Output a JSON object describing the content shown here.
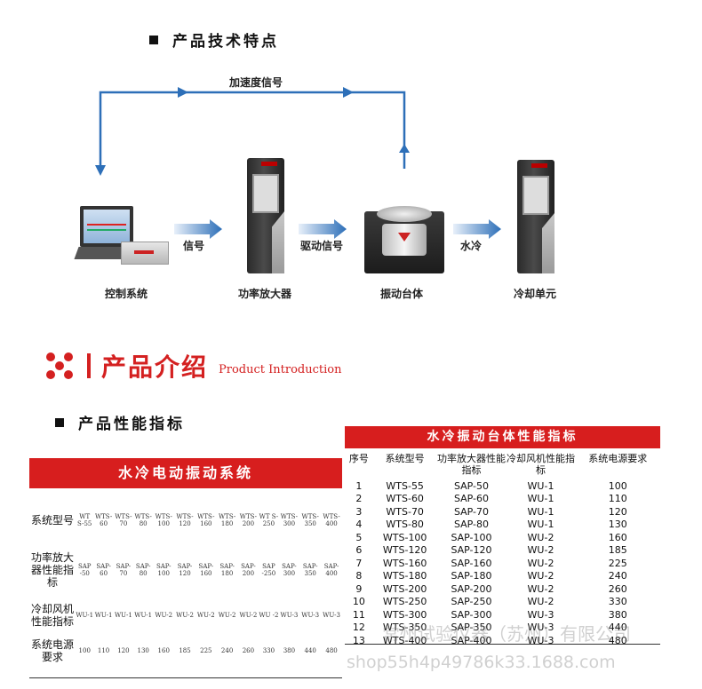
{
  "features_heading": "产品技术特点",
  "diagram": {
    "feedback_label": "加速度信号",
    "arrow_labels": [
      "信号",
      "驱动信号",
      "水冷"
    ],
    "nodes": [
      "控制系统",
      "功率放大器",
      "振动台体",
      "冷却单元"
    ]
  },
  "intro": {
    "title": "产品介绍",
    "subtitle_en": "Product Introduction"
  },
  "spec_heading": "产品性能指标",
  "left_table": {
    "title": "水冷电动振动系统",
    "rows": [
      {
        "header": "系统型号",
        "cells": [
          "WT S-55",
          "WTS-60",
          "WTS-70",
          "WTS-80",
          "WTS-100",
          "WTS-120",
          "WTS-160",
          "WTS-180",
          "WTS-200",
          "WT S-250",
          "WTS-300",
          "WTS-350",
          "WTS-400"
        ]
      },
      {
        "header": "功率放大器性能指标",
        "cells": [
          "SAP -50",
          "SAP-60",
          "SAP-70",
          "SAP-80",
          "SAP-100",
          "SAP-120",
          "SAP-160",
          "SAP-180",
          "SAP-200",
          "SAP -250",
          "SAP-300",
          "SAP-350",
          "SAP-400"
        ]
      },
      {
        "header": "冷却风机性能指标",
        "cells": [
          "WU-1",
          "WU-1",
          "WU-1",
          "WU-1",
          "WU-2",
          "WU-2",
          "WU-2",
          "WU-2",
          "WU-2",
          "WU -2",
          "WU-3",
          "WU-3",
          "WU-3"
        ]
      },
      {
        "header": "系统电源要求",
        "cells": [
          "100",
          "110",
          "120",
          "130",
          "160",
          "185",
          "225",
          "240",
          "260",
          "330",
          "380",
          "440",
          "480"
        ]
      }
    ]
  },
  "right_table": {
    "title": "水冷振动台体性能指标",
    "columns": [
      "序号",
      "系统型号",
      "功率放大器性能指标",
      "冷却风机性能指标",
      "系统电源要求"
    ],
    "rows": [
      [
        "1",
        "WTS-55",
        "SAP-50",
        "WU-1",
        "100"
      ],
      [
        "2",
        "WTS-60",
        "SAP-60",
        "WU-1",
        "110"
      ],
      [
        "3",
        "WTS-70",
        "SAP-70",
        "WU-1",
        "120"
      ],
      [
        "4",
        "WTS-80",
        "SAP-80",
        "WU-1",
        "130"
      ],
      [
        "5",
        "WTS-100",
        "SAP-100",
        "WU-2",
        "160"
      ],
      [
        "6",
        "WTS-120",
        "SAP-120",
        "WU-2",
        "185"
      ],
      [
        "7",
        "WTS-160",
        "SAP-160",
        "WU-2",
        "225"
      ],
      [
        "8",
        "WTS-180",
        "SAP-180",
        "WU-2",
        "240"
      ],
      [
        "9",
        "WTS-200",
        "SAP-200",
        "WU-2",
        "260"
      ],
      [
        "10",
        "WTS-250",
        "SAP-250",
        "WU-2",
        "330"
      ],
      [
        "11",
        "WTS-300",
        "SAP-300",
        "WU-3",
        "380"
      ],
      [
        "12",
        "WTS-350",
        "SAP-350",
        "WU-3",
        "440"
      ],
      [
        "13",
        "WTS-400",
        "SAP-400",
        "WU-3",
        "480"
      ]
    ]
  },
  "watermarks": [
    "常州试验仪器（苏州）有限公司",
    "shop55h4p49786k33.1688.com"
  ],
  "colors": {
    "accent_red": "#d71e1e",
    "arrow_blue": "#2d6fb8"
  }
}
